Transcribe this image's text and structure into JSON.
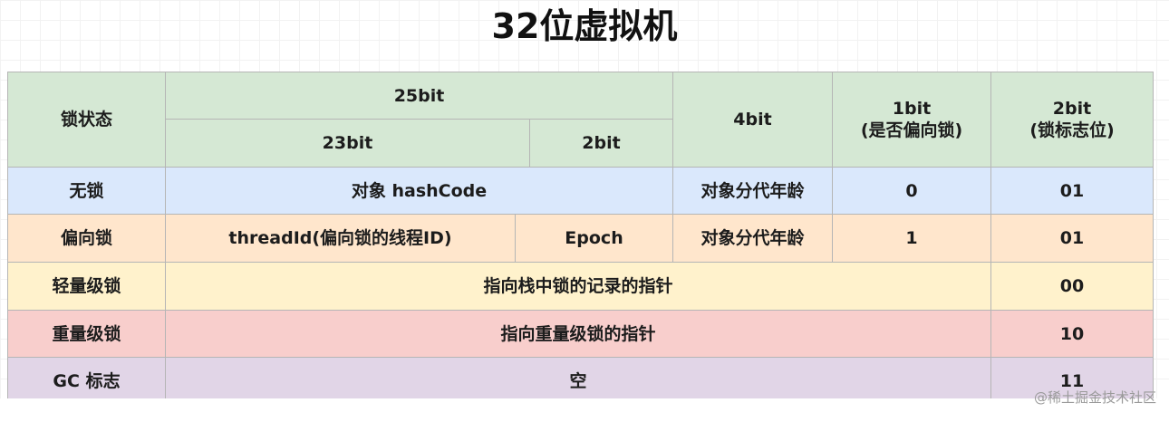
{
  "title": "32位虚拟机",
  "header": {
    "lock_state": "锁状态",
    "bits25": "25bit",
    "bits23": "23bit",
    "bits2": "2bit",
    "bits4": "4bit",
    "bits1_line1": "1bit",
    "bits1_line2": "(是否偏向锁)",
    "bits2b_line1": "2bit",
    "bits2b_line2": "(锁标志位)"
  },
  "rows": {
    "no_lock": {
      "state": "无锁",
      "content": "对象 hashCode",
      "age": "对象分代年龄",
      "biased_flag": "0",
      "lock_flag": "01"
    },
    "biased": {
      "state": "偏向锁",
      "thread": "threadId(偏向锁的线程ID)",
      "epoch": "Epoch",
      "age": "对象分代年龄",
      "biased_flag": "1",
      "lock_flag": "01"
    },
    "lightweight": {
      "state": "轻量级锁",
      "content": "指向栈中锁的记录的指针",
      "lock_flag": "00"
    },
    "heavyweight": {
      "state": "重量级锁",
      "content": "指向重量级锁的指针",
      "lock_flag": "10"
    },
    "gc": {
      "state": "GC 标志",
      "content": "空",
      "lock_flag": "11"
    }
  },
  "colors": {
    "header": "#d5e8d4",
    "no_lock": "#dae8fc",
    "biased": "#ffe6cc",
    "lightweight": "#fff2cc",
    "heavyweight": "#f8cecc",
    "gc": "#e1d5e7"
  },
  "watermark": "@稀土掘金技术社区"
}
